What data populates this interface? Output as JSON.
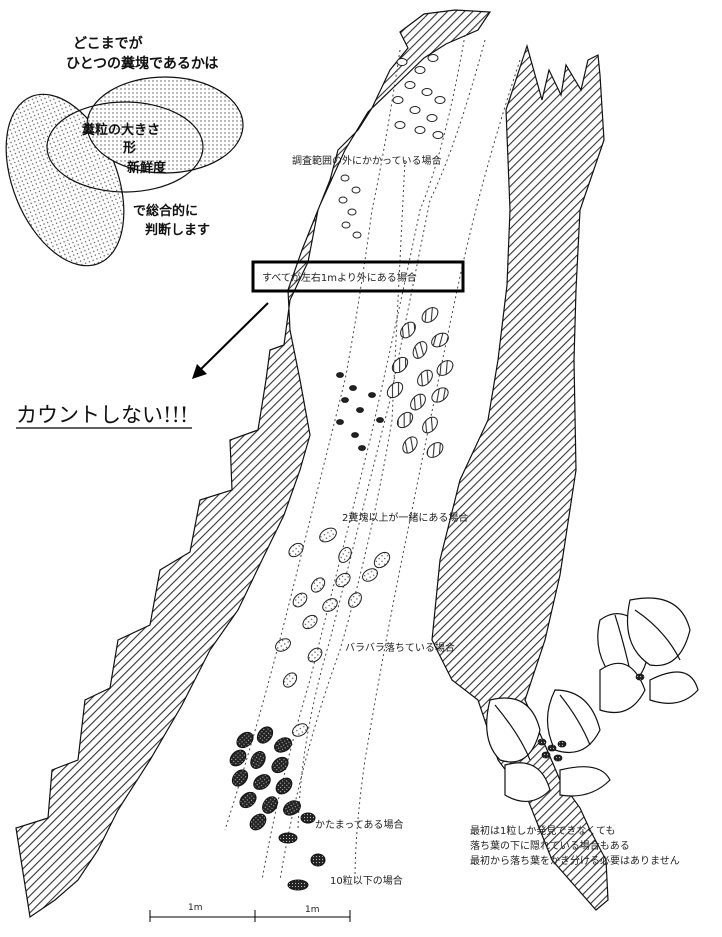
{
  "intro": {
    "line1": "どこまでが",
    "line2": "ひとつの糞塊であるかは",
    "venn_size": "糞粒の大きさ",
    "venn_shape": "形",
    "venn_fresh": "新鮮度",
    "judge1": "で総合的に",
    "judge2": "判断します"
  },
  "cases": {
    "partial": "調査範囲の外にかかっている場合",
    "outside": "すべてが左右1mより外にある場合",
    "two_plus": "2糞塊以上が一緒にある場合",
    "scattered": "バラバラ落ちている場合",
    "clumped": "かたまってある場合",
    "under_ten": "10粒以下の場合"
  },
  "no_count": "カウントしない!!!",
  "leaf_note": {
    "line1": "最初は1粒しか発見できなくても",
    "line2": "落ち葉の下に隠れている場合もある",
    "line3": "最初から落ち葉をかき分ける必要はありません"
  },
  "scale": {
    "left": "1m",
    "right": "1m"
  }
}
